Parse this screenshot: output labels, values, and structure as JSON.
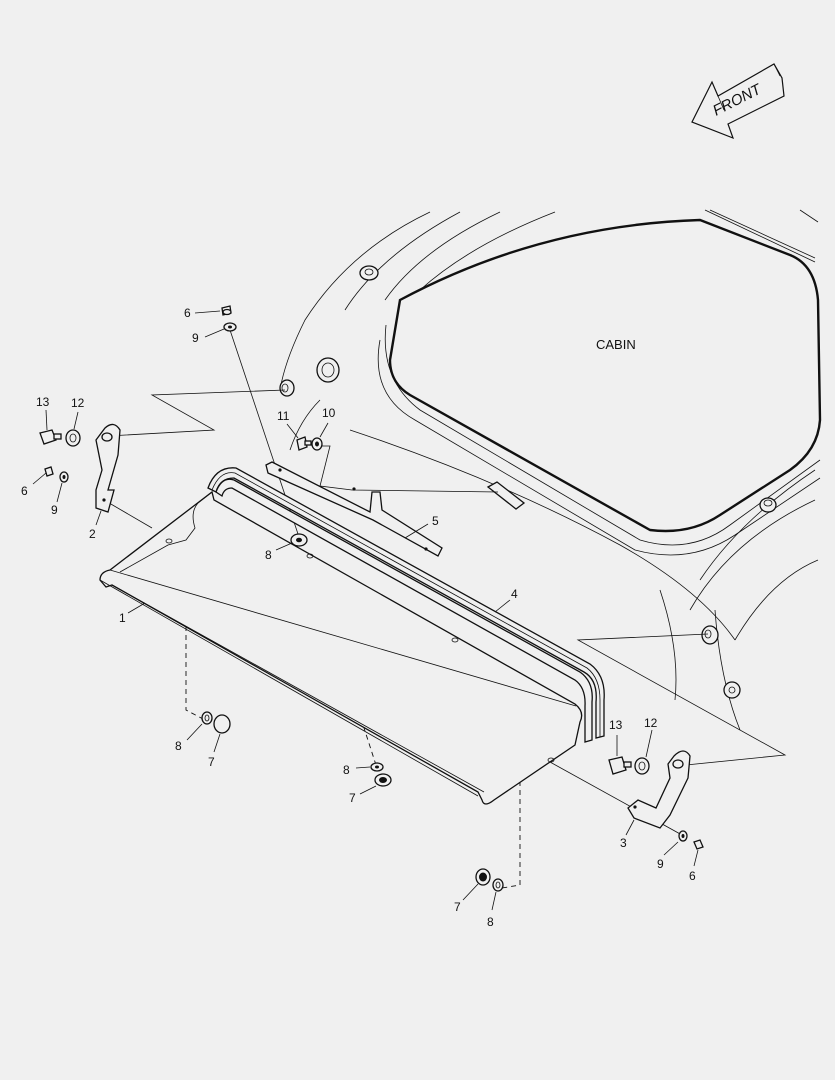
{
  "orientation": {
    "label": "FRONT"
  },
  "assembly": {
    "label": "CABIN"
  },
  "callouts": {
    "c1": "1",
    "c2": "2",
    "c3": "3",
    "c4": "4",
    "c5": "5",
    "c6_top": "6",
    "c9_top": "9",
    "c11": "11",
    "c10": "10",
    "c13_left": "13",
    "c12_left": "12",
    "c6_left": "6",
    "c9_left": "9",
    "c8_center": "8",
    "c8_left": "8",
    "c7_left": "7",
    "c8_bottom": "8",
    "c7_bottom": "7",
    "c13_right": "13",
    "c12_right": "12",
    "c9_right": "9",
    "c6_right": "6",
    "c7_lower": "7",
    "c8_lower": "8"
  }
}
